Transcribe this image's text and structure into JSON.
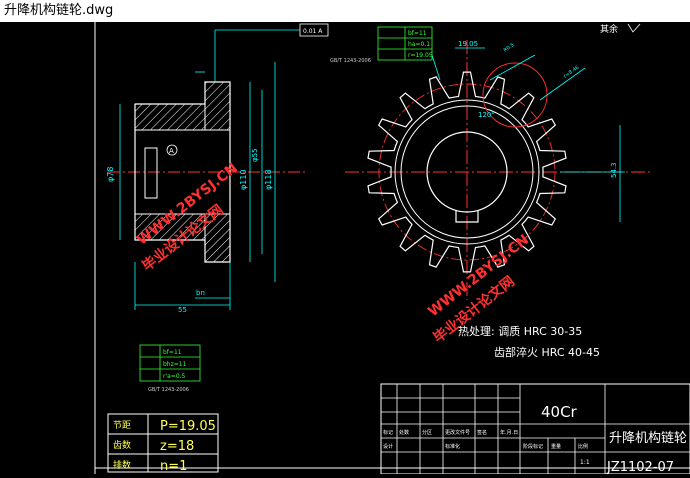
{
  "window": {
    "title": "升降机构链轮.dwg"
  },
  "drawing": {
    "corner_note": "其余",
    "tolerance_frame": "0.01 A",
    "datum_label": "A",
    "dimensions": {
      "dia78": "φ78",
      "dia55": "φ55",
      "dia110": "φ110",
      "dia118": "φ118",
      "len55": "55",
      "b_n": "bn",
      "pitch": "19.05",
      "angle": "120°",
      "key": "54.3",
      "r1": "R0.5",
      "r2": "r=8.46"
    },
    "std_code_top": "GB/T 1243-2006",
    "std_code_bottom": "GB/T 1243-2006",
    "small_table_top": [
      [
        "",
        "bf=11"
      ],
      [
        "",
        "ha=0.1"
      ],
      [
        "",
        "r=19.05"
      ]
    ],
    "small_table_bottom": [
      [
        "",
        "bf=11"
      ],
      [
        "",
        "bhz=11"
      ],
      [
        "",
        "r'a=0.5"
      ]
    ],
    "notes": {
      "line1": "热处理: 调质 HRC 30-35",
      "line2": "齿部淬火 HRC 40-45"
    },
    "watermark": {
      "url": "WWW.2BYSJ.CN",
      "cn": "毕业设计论文网"
    },
    "params": [
      {
        "label": "节距",
        "value": "P=19.05"
      },
      {
        "label": "齿数",
        "value": "z=18"
      },
      {
        "label": "排数",
        "value": "n=1"
      }
    ],
    "title_block": {
      "material": "40Cr",
      "part_name": "升降机构链轮",
      "drawing_no": "JZ1102-07",
      "headers": [
        "标记",
        "处数",
        "分区",
        "更改文件号",
        "签名",
        "年.月.日"
      ],
      "row2": [
        "设计",
        "",
        "标准化",
        ""
      ],
      "stage_labels": [
        "阶段标记",
        "重量",
        "比例"
      ],
      "scale": "1:1"
    }
  }
}
